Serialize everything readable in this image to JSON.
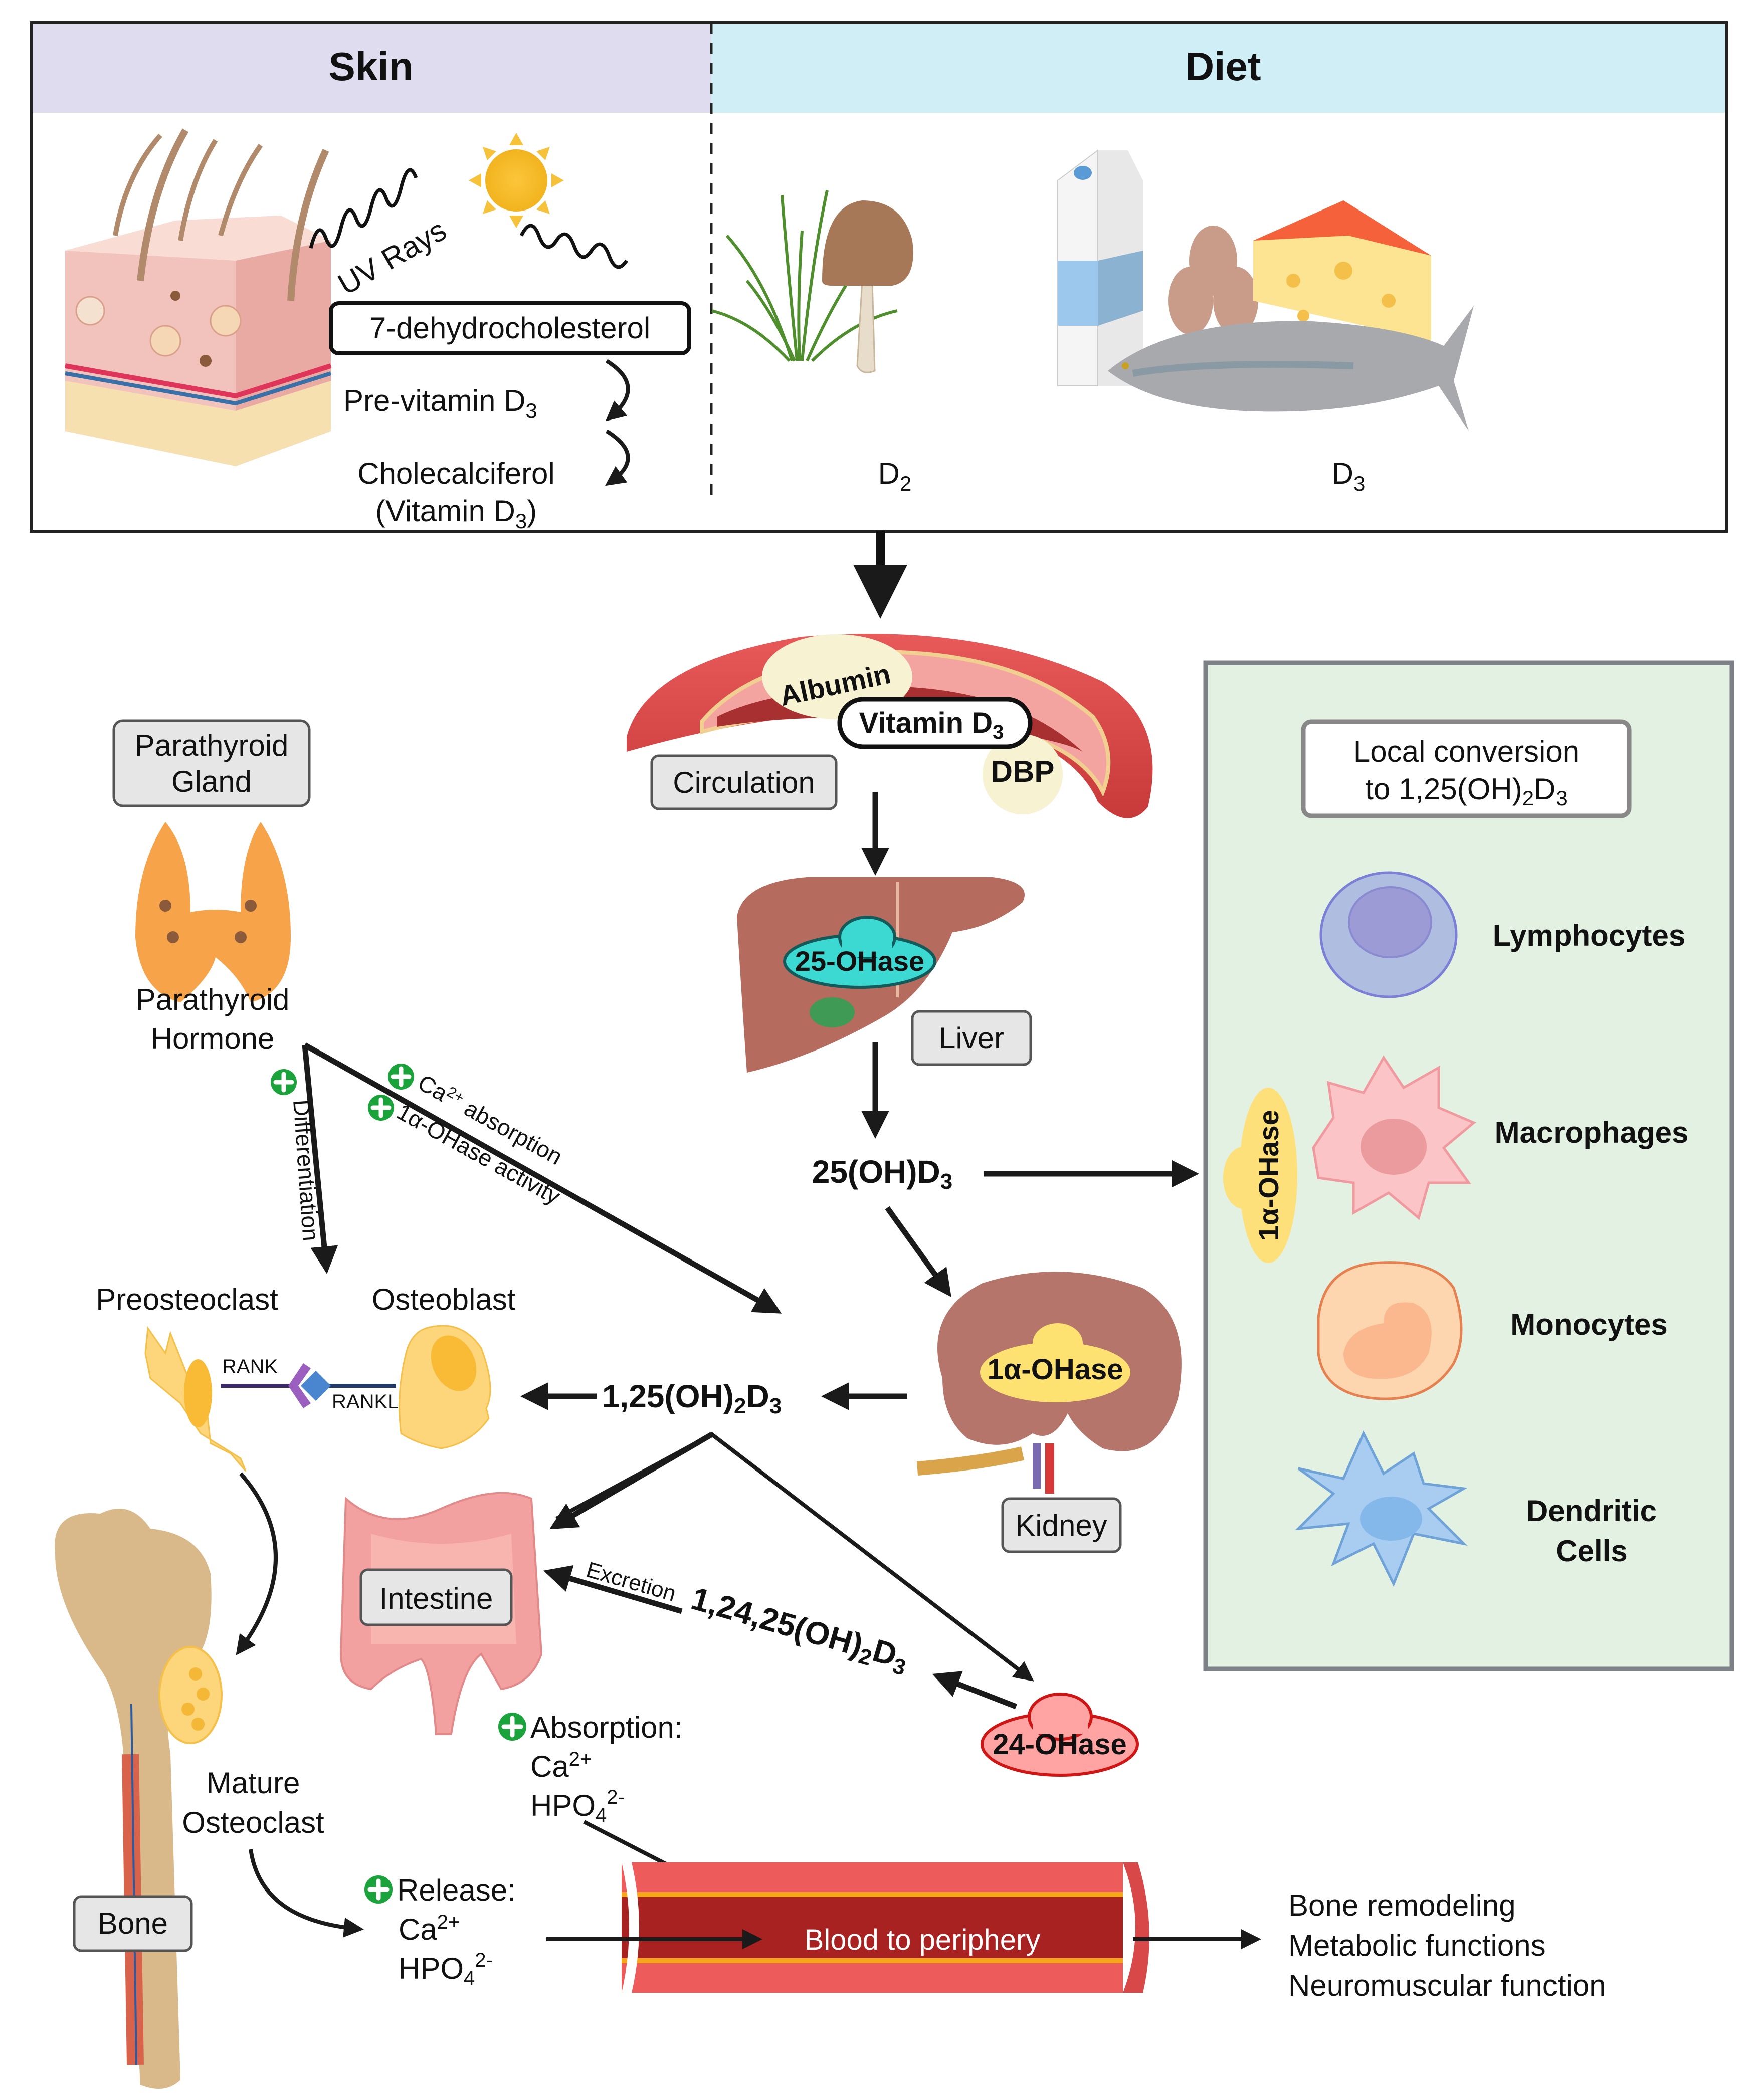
{
  "sources": {
    "skin": {
      "header": "Skin",
      "header_color": "#e0dcef",
      "uv_label": "UV Rays",
      "precursor": "7-dehydrocholesterol",
      "step1": "Pre-vitamin D",
      "step1_sub": "3",
      "step2_line1": "Cholecalciferol",
      "step2_line2": "(Vitamin D",
      "step2_sub": "3",
      "step2_close": ")"
    },
    "diet": {
      "header": "Diet",
      "header_color": "#cfeef5",
      "plant_label": "D",
      "plant_sub": "2",
      "animal_label": "D",
      "animal_sub": "3"
    }
  },
  "circulation": {
    "label": "Circulation",
    "albumin": "Albumin",
    "vitamin": "Vitamin D",
    "vitamin_sub": "3",
    "dbp": "DBP"
  },
  "liver": {
    "label": "Liver",
    "enzyme": "25-OHase",
    "enzyme_color": "#3cd8d2"
  },
  "metabolites": {
    "m25": "25(OH)D",
    "m25_sub": "3",
    "m125_a": "1,25(OH)",
    "m125_sub1": "2",
    "m125_b": "D",
    "m125_sub2": "3",
    "m12425_a": "1,24,25(OH)",
    "m12425_sub1": "2",
    "m12425_b": "D",
    "m12425_sub2": "3"
  },
  "kidney": {
    "label": "Kidney",
    "enzyme": "1α-OHase",
    "enzyme_color": "#fde272"
  },
  "catabolism": {
    "enzyme": "24-OHase",
    "enzyme_color": "#ffa3a3",
    "excretion": "Excretion"
  },
  "parathyroid": {
    "gland_line1": "Parathyroid",
    "gland_line2": "Gland",
    "hormone_line1": "Parathyroid",
    "hormone_line2": "Hormone",
    "effect_differentiation": "Differentiation",
    "effect_ca": "Ca",
    "effect_ca_sup": "2+",
    "effect_ca_rest": " absorption",
    "effect_ohase": "1α-OHase activity"
  },
  "bone_cells": {
    "preosteoclast": "Preosteoclast",
    "osteoblast": "Osteoblast",
    "rank": "RANK",
    "rankl": "RANKL",
    "mature_line1": "Mature",
    "mature_line2": "Osteoclast",
    "bone_label": "Bone"
  },
  "intestine": {
    "label": "Intestine",
    "absorption": "Absorption:",
    "ca": "Ca",
    "ca_sup": "2+",
    "hpo": "HPO",
    "hpo_sub": "4",
    "hpo_sup": "2-"
  },
  "release": {
    "title": "Release:",
    "ca": "Ca",
    "ca_sup": "2+",
    "hpo": "HPO",
    "hpo_sub": "4",
    "hpo_sup": "2-"
  },
  "blood": {
    "label": "Blood to periphery",
    "outcomes": [
      "Bone remodeling",
      "Metabolic functions",
      "Neuromuscular function"
    ]
  },
  "local_conversion": {
    "title_line1": "Local conversion",
    "title_line2a": "to 1,25(OH)",
    "title_sub1": "2",
    "title_line2b": "D",
    "title_sub2": "3",
    "enzyme": "1α-OHase",
    "panel_color": "#e3f1e2",
    "cells": [
      {
        "name": "Lymphocytes"
      },
      {
        "name": "Macrophages"
      },
      {
        "name": "Monocytes"
      },
      {
        "name": "Dendritic",
        "name2": "Cells"
      }
    ]
  }
}
